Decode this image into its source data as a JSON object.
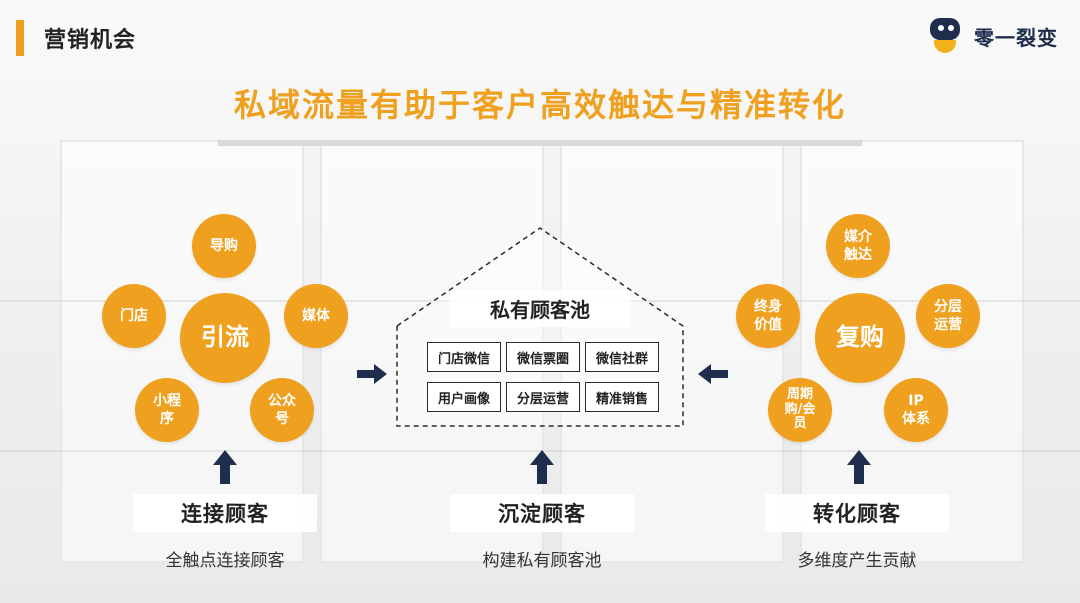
{
  "header": {
    "section_title": "营销机会",
    "brand_name": "零一裂变"
  },
  "title": "私域流量有助于客户高效触达与精准转化",
  "left": {
    "center": "引流",
    "satellites": [
      "导购",
      "门店",
      "媒体",
      "小程\n序",
      "公众\n号"
    ],
    "label": "连接顾客",
    "desc": "全触点连接顾客"
  },
  "middle": {
    "pool_title": "私有顾客池",
    "tags": [
      "门店微信",
      "微信票圈",
      "微信社群",
      "用户画像",
      "分层运营",
      "精准销售"
    ],
    "label": "沉淀顾客",
    "desc": "构建私有顾客池"
  },
  "right": {
    "center": "复购",
    "satellites": [
      "媒介\n触达",
      "终身\n价值",
      "分层\n运营",
      "周期\n购/会\n员",
      "IP\n体系"
    ],
    "label": "转化顾客",
    "desc": "多维度产生贡献"
  },
  "colors": {
    "accent": "#f0a01f",
    "navy": "#1f2e4d"
  },
  "icons": {
    "brand": "robot-mascot-icon",
    "flow_arrows": "arrow-icon"
  }
}
